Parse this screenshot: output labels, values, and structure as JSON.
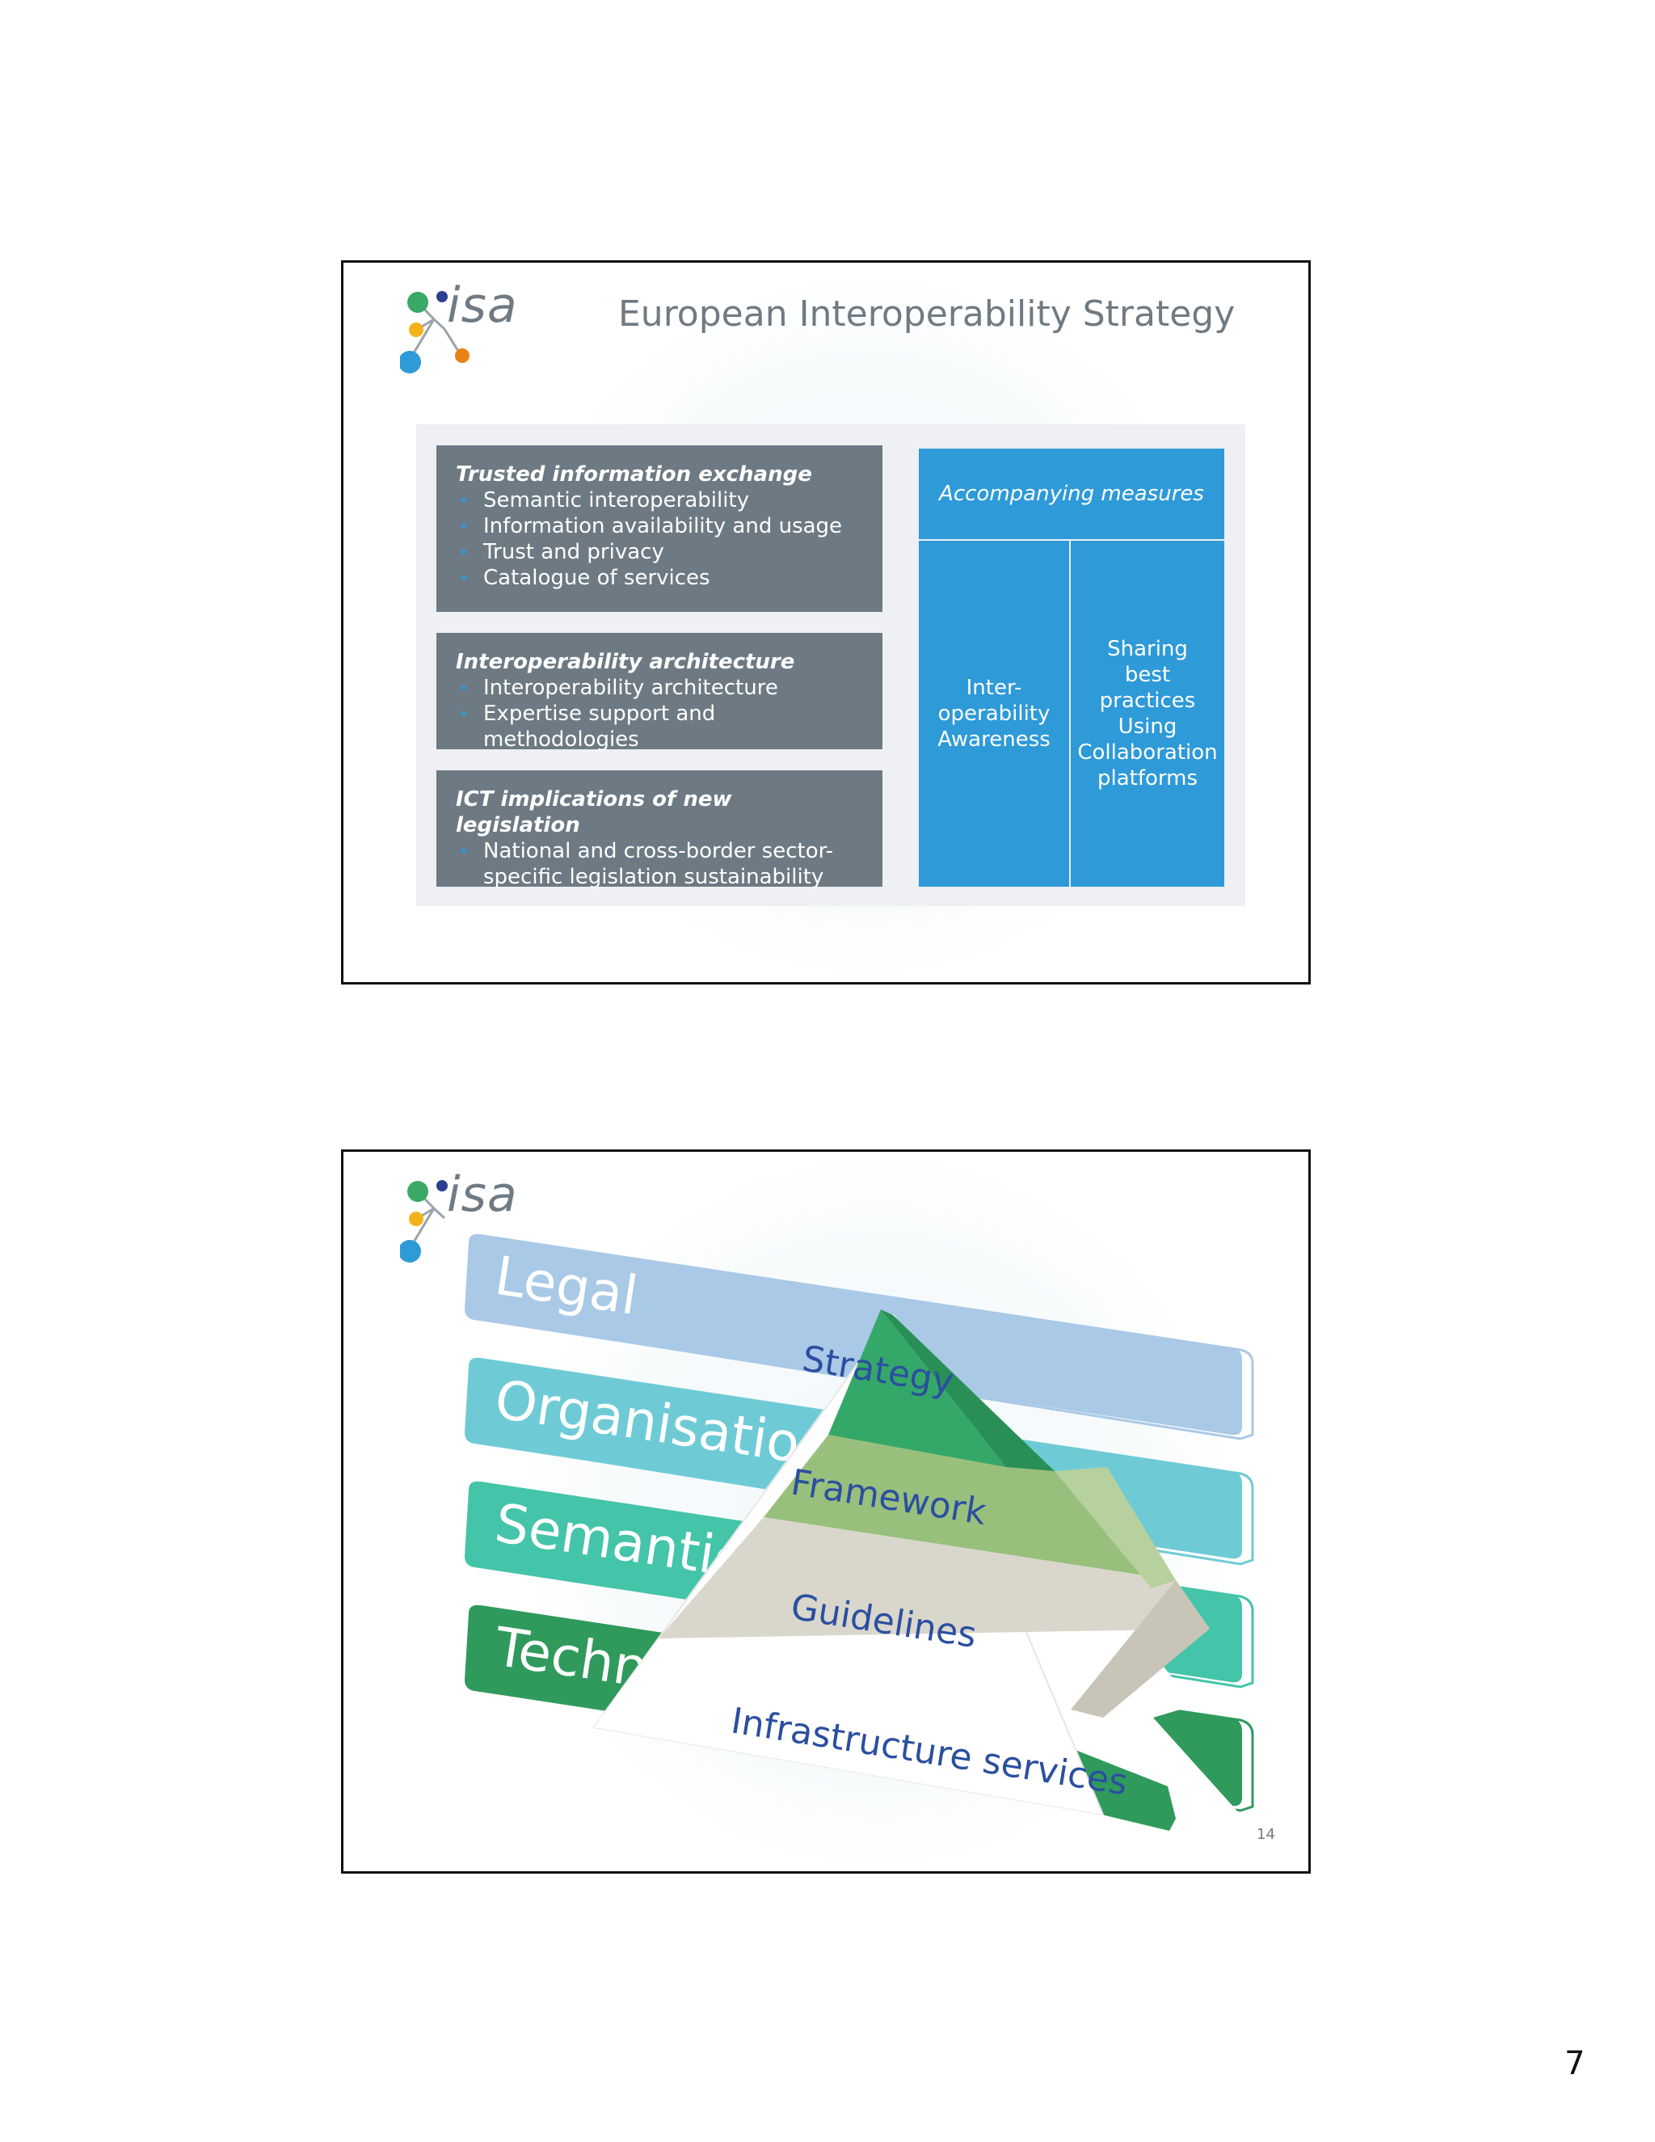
{
  "slide1": {
    "logo_text": "isa",
    "title": "European Interoperability Strategy",
    "boxes": [
      {
        "heading": "Trusted information exchange",
        "items": [
          "Semantic interoperability",
          "Information availability and usage",
          "Trust and privacy",
          "Catalogue of services"
        ]
      },
      {
        "heading": "Interoperability architecture",
        "items": [
          "Interoperability architecture",
          "Expertise support and methodologies"
        ]
      },
      {
        "heading": "ICT implications of new legislation",
        "items": [
          "National and cross-border sector-specific legislation sustainability"
        ]
      }
    ],
    "accompanying": {
      "heading": "Accompanying measures",
      "col1": [
        "Inter-",
        "operability",
        "Awareness"
      ],
      "col2": [
        "Sharing",
        "best",
        "practices",
        "Using",
        "Collaboration",
        "platforms"
      ]
    }
  },
  "slide2": {
    "logo_text": "isa",
    "layers": [
      "Legal",
      "Organisation",
      "Semantic",
      "Technical"
    ],
    "pyramid": [
      "Strategy",
      "Framework",
      "Guidelines",
      "Infrastructure services"
    ],
    "slide_number": "14"
  },
  "page_number": "7",
  "colors": {
    "grey_box": "#6d7a84",
    "accent_blue": "#2e9ad8",
    "legal": "#a9c9e6",
    "organisation": "#6ecbd6",
    "semantic": "#44c4a8",
    "technical": "#2f9a5c",
    "strategy": "#34a868",
    "framework": "#98c07c",
    "guidelines": "#d9d6cc",
    "pyramid_text": "#2b4fa0"
  }
}
